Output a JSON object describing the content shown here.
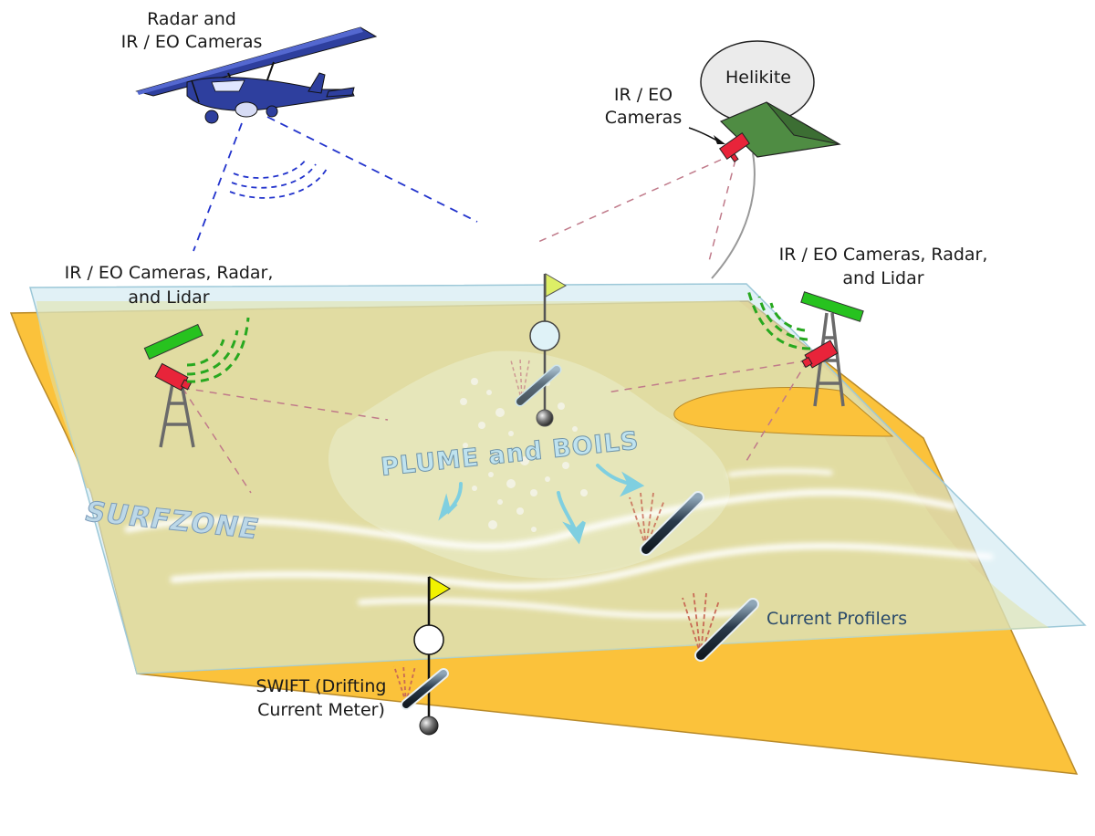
{
  "labels": {
    "airplane_line1": "Radar and",
    "airplane_line2": "IR / EO Cameras",
    "helikite": "Helikite",
    "helikite_cam_line1": "IR / EO",
    "helikite_cam_line2": "Cameras",
    "tower_left_line1": "IR / EO Cameras, Radar,",
    "tower_left_line2": "and Lidar",
    "tower_right_line1": "IR / EO Cameras, Radar,",
    "tower_right_line2": "and Lidar",
    "plume": "PLUME and BOILS",
    "surfzone": "SURFZONE",
    "profilers": "Current Profilers",
    "swift_line1": "SWIFT (Drifting",
    "swift_line2": "Current Meter)"
  },
  "colors": {
    "sand": "#fbc23b",
    "sand_stroke": "#b88a2a",
    "water": "#c8e6ef",
    "surfzone_tint": "#d8d9a0",
    "plane_blue": "#2e3f9e",
    "camera_red": "#e8243a",
    "lidar_green": "#27c21f",
    "helikite_green": "#4f8c43",
    "flag_yellow": "#f2f200",
    "sensor_lines_blue": "#2233cc",
    "camera_lines_pink": "#c07a8a",
    "arrow_cyan": "#7fcfe0"
  },
  "icons": [
    "airplane-icon",
    "helikite-icon",
    "camera-icon",
    "lidar-tower-icon",
    "buoy-icon",
    "current-profiler-icon",
    "flag-icon"
  ]
}
